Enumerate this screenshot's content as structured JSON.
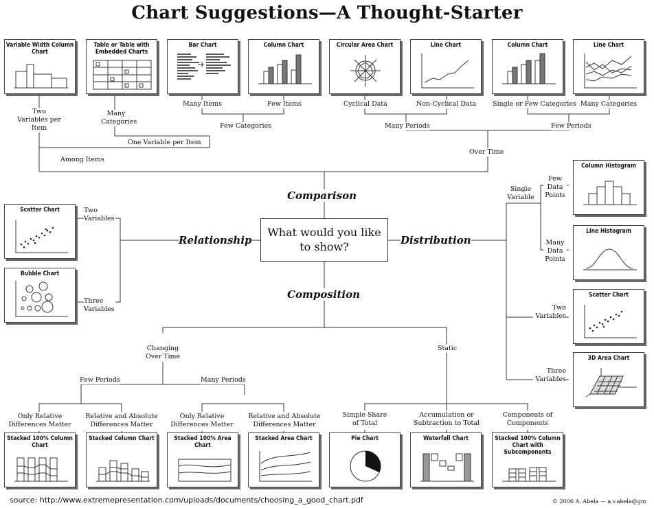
{
  "title": "Chart Suggestions—A Thought-Starter",
  "center_question": "What would you like to show?",
  "branches": {
    "comparison": "Comparison",
    "relationship": "Relationship",
    "distribution": "Distribution",
    "composition": "Composition"
  },
  "cards": {
    "variable_width_column": "Variable Width Column Chart",
    "table_embedded": "Table or Table with Embedded Charts",
    "bar": "Bar Chart",
    "column_few": "Column Chart",
    "circular_area": "Circular Area Chart",
    "line_noncyclical": "Line Chart",
    "column_single": "Column Chart",
    "line_many": "Line Chart",
    "scatter_rel": "Scatter Chart",
    "bubble": "Bubble Chart",
    "column_histogram": "Column Histogram",
    "line_histogram": "Line Histogram",
    "scatter_dist": "Scatter Chart",
    "area_3d": "3D Area Chart",
    "stacked_100_column": "Stacked 100% Column Chart",
    "stacked_column": "Stacked Column Chart",
    "stacked_100_area": "Stacked 100% Area Chart",
    "stacked_area": "Stacked Area Chart",
    "pie": "Pie Chart",
    "waterfall": "Waterfall Chart",
    "stacked_100_sub": "Stacked 100% Column Chart with Subcomponents"
  },
  "labels": {
    "two_variables_per_item": "Two Variables per Item",
    "many_categories": "Many Categories",
    "many_items": "Many Items",
    "few_items": "Few Items",
    "cyclical_data": "Cyclical Data",
    "non_cyclical_data": "Non-Cyclical Data",
    "single_or_few_categories": "Single or Few Categories",
    "many_categories_right": "Many Categories",
    "few_categories": "Few Categories",
    "many_periods_top": "Many Periods",
    "few_periods_top": "Few Periods",
    "one_variable_per_item": "One Variable per Item",
    "among_items": "Among Items",
    "over_time": "Over Time",
    "two_variables": "Two Variables",
    "three_variables": "Three Variables",
    "single_variable": "Single Variable",
    "few_data_points": "Few Data Points",
    "many_data_points": "Many Data Points",
    "two_variables_right": "Two Variables",
    "three_variables_right": "Three Variables",
    "changing_over_time": "Changing Over Time",
    "static": "Static",
    "few_periods": "Few Periods",
    "many_periods": "Many Periods",
    "only_relative_1": "Only Relative Differences Matter",
    "relative_absolute_1": "Relative and Absolute Differences Matter",
    "only_relative_2": "Only Relative Differences Matter",
    "relative_absolute_2": "Relative and Absolute Differences Matter",
    "simple_share": "Simple Share of Total",
    "accumulation": "Accumulation or Subtraction to Total",
    "components": "Components of Components"
  },
  "footer": {
    "source": "source:  http://www.extremepresentation.com/uploads/documents/choosing_a_good_chart.pdf",
    "copyright": "© 2006  A. Abela — a.v.abela@gm"
  }
}
